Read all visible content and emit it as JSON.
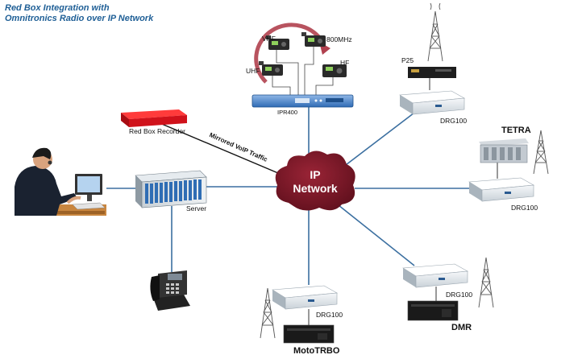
{
  "title": {
    "line1": "Red Box Integration with",
    "line2": "Omnitronics Radio over IP Network"
  },
  "cloud": {
    "line1": "IP",
    "line2": "Network"
  },
  "labels": {
    "vhf": "VHF",
    "mhz800": "800MHz",
    "uhf": "UHF",
    "hf": "HF",
    "ipr400": "IPR400",
    "red_box_recorder": "Red Box Recorder",
    "mirrored_voip": "Mirrored VoIP Traffic",
    "server": "Server",
    "p25": "P25",
    "drg_p25": "DRG100",
    "tetra": "TETRA",
    "drg_tetra": "DRG100",
    "drg_dmr": "DRG100",
    "dmr": "DMR",
    "drg_moto": "DRG100",
    "mototrbo": "MotoTRBO"
  },
  "colors": {
    "title": "#1f5f96",
    "link_line": "#3b6fa0",
    "cloud": "#7a1626",
    "recorder": "#d0121b",
    "ring": "#b0404e"
  },
  "icons": [
    "dispatcher-icon",
    "server-rack-icon",
    "desk-phone-icon",
    "radio-icon",
    "radio-tower-icon",
    "gateway-icon",
    "rack-unit-icon"
  ]
}
